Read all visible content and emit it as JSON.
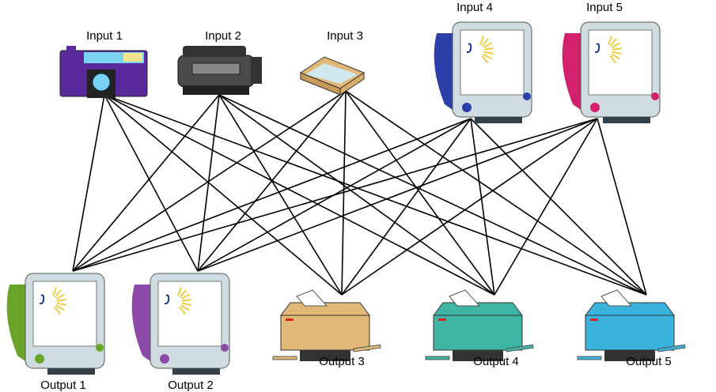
{
  "inputs": [
    {
      "label": "Input 1",
      "device": "camera-icon",
      "color": "#5a2a9c"
    },
    {
      "label": "Input 2",
      "device": "camcorder-icon",
      "color": "#4a4a4a"
    },
    {
      "label": "Input 3",
      "device": "scanner-icon",
      "color": "#e2b876"
    },
    {
      "label": "Input 4",
      "device": "imac-icon",
      "color": "#2c3fa8"
    },
    {
      "label": "Input 5",
      "device": "imac-icon",
      "color": "#d21f6e"
    }
  ],
  "outputs": [
    {
      "label": "Output 1",
      "device": "imac-icon",
      "color": "#6aa52a"
    },
    {
      "label": "Output 2",
      "device": "imac-icon",
      "color": "#8a4aa6"
    },
    {
      "label": "Output 3",
      "device": "printer-icon",
      "color": "#e2b876"
    },
    {
      "label": "Output 4",
      "device": "printer-icon",
      "color": "#3fb5a5"
    },
    {
      "label": "Output 5",
      "device": "printer-icon",
      "color": "#3ab3de"
    }
  ],
  "connections": "all-inputs-to-all-outputs"
}
